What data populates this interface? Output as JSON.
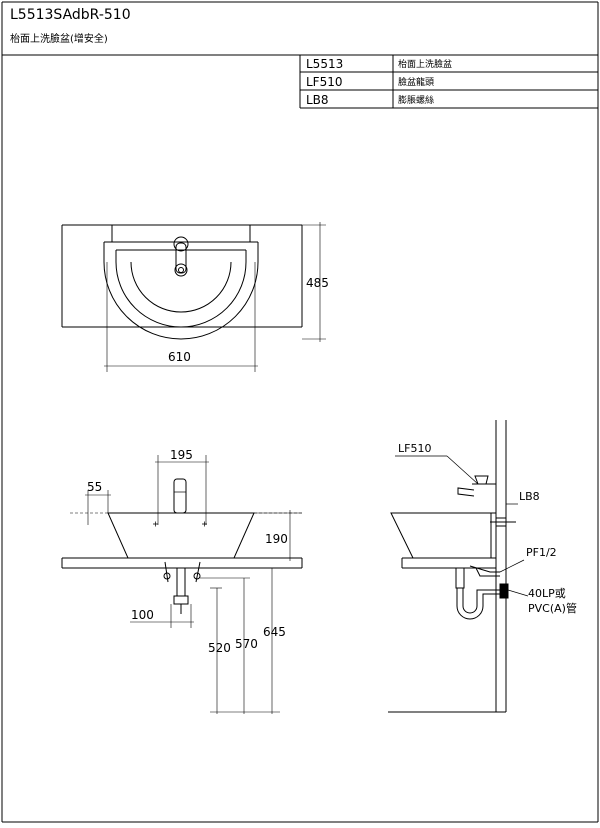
{
  "title": {
    "model": "L5513SAdbR-510",
    "description": "枱面上洗臉盆(增安全)"
  },
  "parts_table": [
    {
      "code": "L5513",
      "name": "枱面上洗臉盆"
    },
    {
      "code": "LF510",
      "name": "臉盆龍頭"
    },
    {
      "code": "LB8",
      "name": "膨脹螺絲"
    }
  ],
  "top_view": {
    "width_dim": "610",
    "depth_dim": "485"
  },
  "front_view": {
    "faucet_spacing": "195",
    "faucet_offset": "55",
    "basin_height": "190",
    "drain_offset": "100",
    "height_1": "520",
    "height_2": "570",
    "height_3": "645"
  },
  "side_view": {
    "faucet_label": "LF510",
    "bolt_label": "LB8",
    "trap_label": "PF1/2",
    "pipe_label_1": "40LP或",
    "pipe_label_2": "PVC(A)管"
  }
}
